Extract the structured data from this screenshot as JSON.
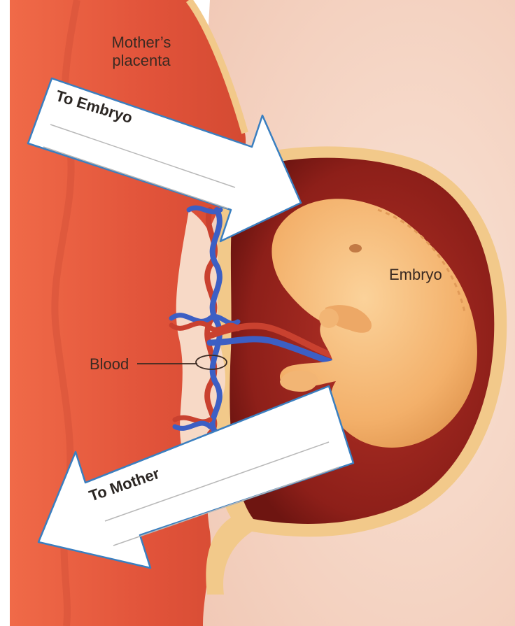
{
  "labels": {
    "placenta_line1": "Mother’s",
    "placenta_line2": "placenta",
    "embryo": "Embryo",
    "blood": "Blood"
  },
  "arrows": {
    "to_embryo": "To Embryo",
    "to_mother": "To Mother"
  },
  "colors": {
    "placenta_red": "#e55a3c",
    "placenta_dark": "#c9442c",
    "uterine_tissue": "#f6d8c8",
    "amniotic_border": "#f2c98a",
    "sac_inner": "#8b1f1a",
    "embryo_skin": "#f6b774",
    "artery_red": "#c9412f",
    "vein_blue": "#3c5fc4",
    "arrow_fill": "#ffffff",
    "arrow_stroke": "#3a7fc0"
  }
}
